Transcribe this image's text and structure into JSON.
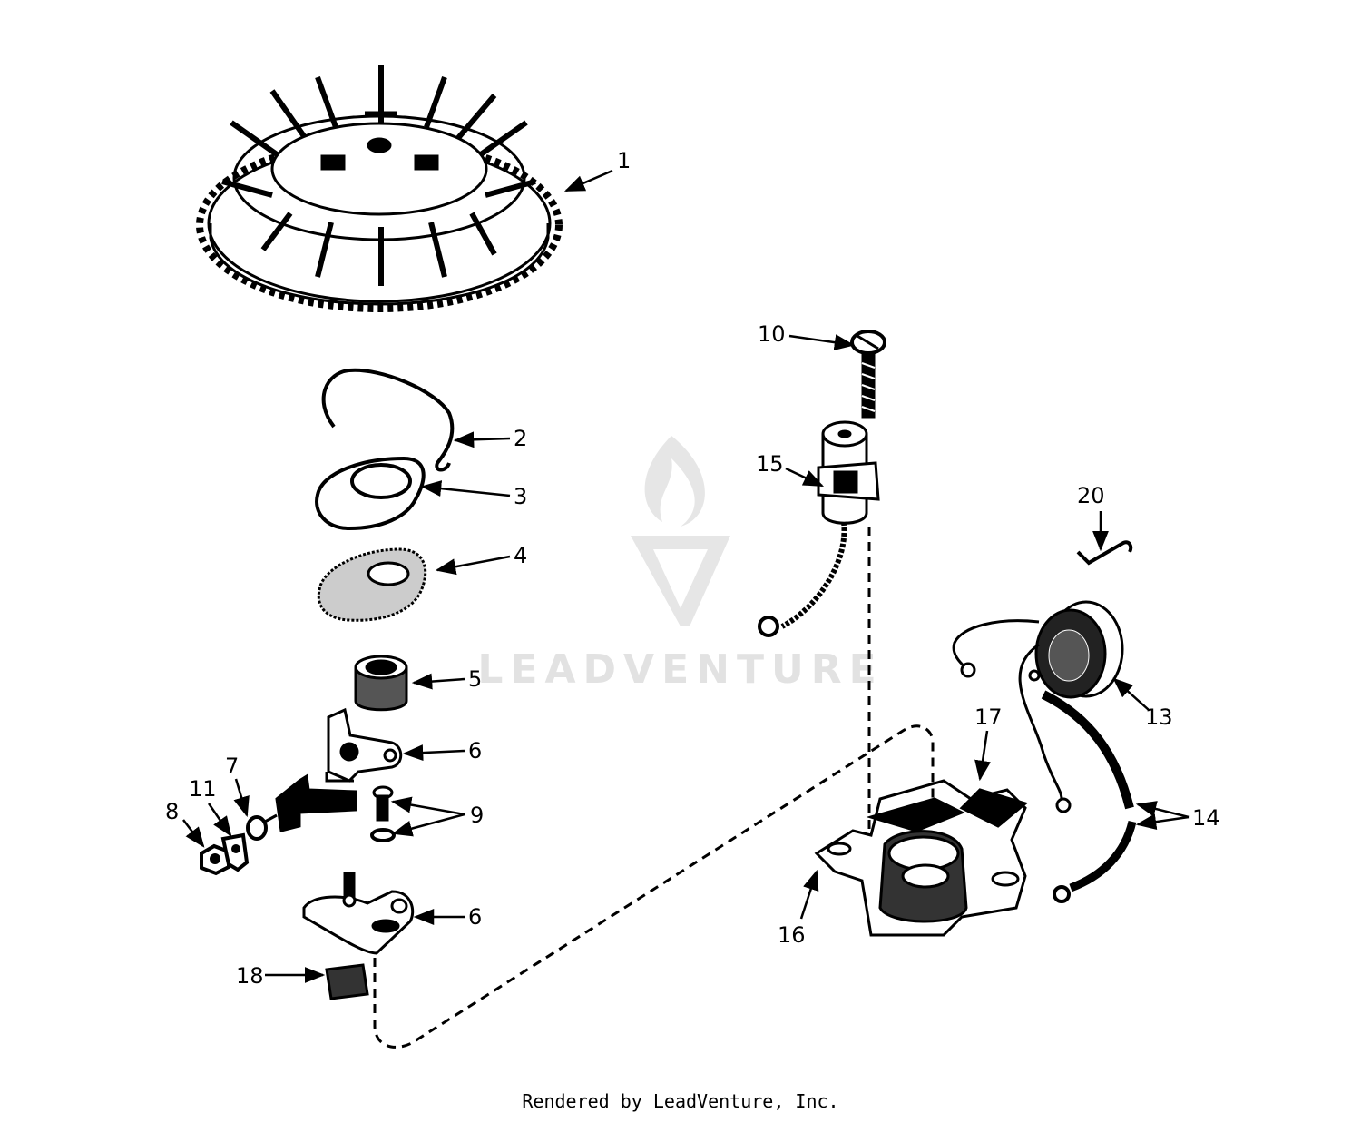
{
  "diagram": {
    "callouts": [
      "1",
      "2",
      "3",
      "4",
      "5",
      "6",
      "7",
      "8",
      "9",
      "10",
      "11",
      "13",
      "14",
      "15",
      "16",
      "17",
      "18",
      "20"
    ],
    "parts": [
      {
        "label": "1",
        "icon": "flywheel-icon"
      },
      {
        "label": "2",
        "icon": "spring-clip-icon"
      },
      {
        "label": "3",
        "icon": "cover-plate-icon"
      },
      {
        "label": "4",
        "icon": "gasket-icon"
      },
      {
        "label": "5",
        "icon": "bushing-icon"
      },
      {
        "label": "6",
        "icon": "breaker-arm-icon"
      },
      {
        "label": "7",
        "icon": "washer-icon"
      },
      {
        "label": "8",
        "icon": "nut-icon"
      },
      {
        "label": "9",
        "icon": "screw-icon"
      },
      {
        "label": "10",
        "icon": "screw-icon"
      },
      {
        "label": "11",
        "icon": "terminal-icon"
      },
      {
        "label": "13",
        "icon": "coil-icon"
      },
      {
        "label": "14",
        "icon": "wire-lead-icon"
      },
      {
        "label": "15",
        "icon": "condenser-icon"
      },
      {
        "label": "16",
        "icon": "stator-plate-icon"
      },
      {
        "label": "17",
        "icon": "stator-plate-icon"
      },
      {
        "label": "18",
        "icon": "felt-pad-icon"
      },
      {
        "label": "20",
        "icon": "clip-icon"
      }
    ]
  },
  "watermark": {
    "text": "LEADVENTURE",
    "icon": "flame-logo-icon",
    "color": "#e4e4e4"
  },
  "footer": {
    "credit": "Rendered by LeadVenture, Inc."
  },
  "colors": {
    "line": "#000000",
    "background": "#ffffff"
  }
}
